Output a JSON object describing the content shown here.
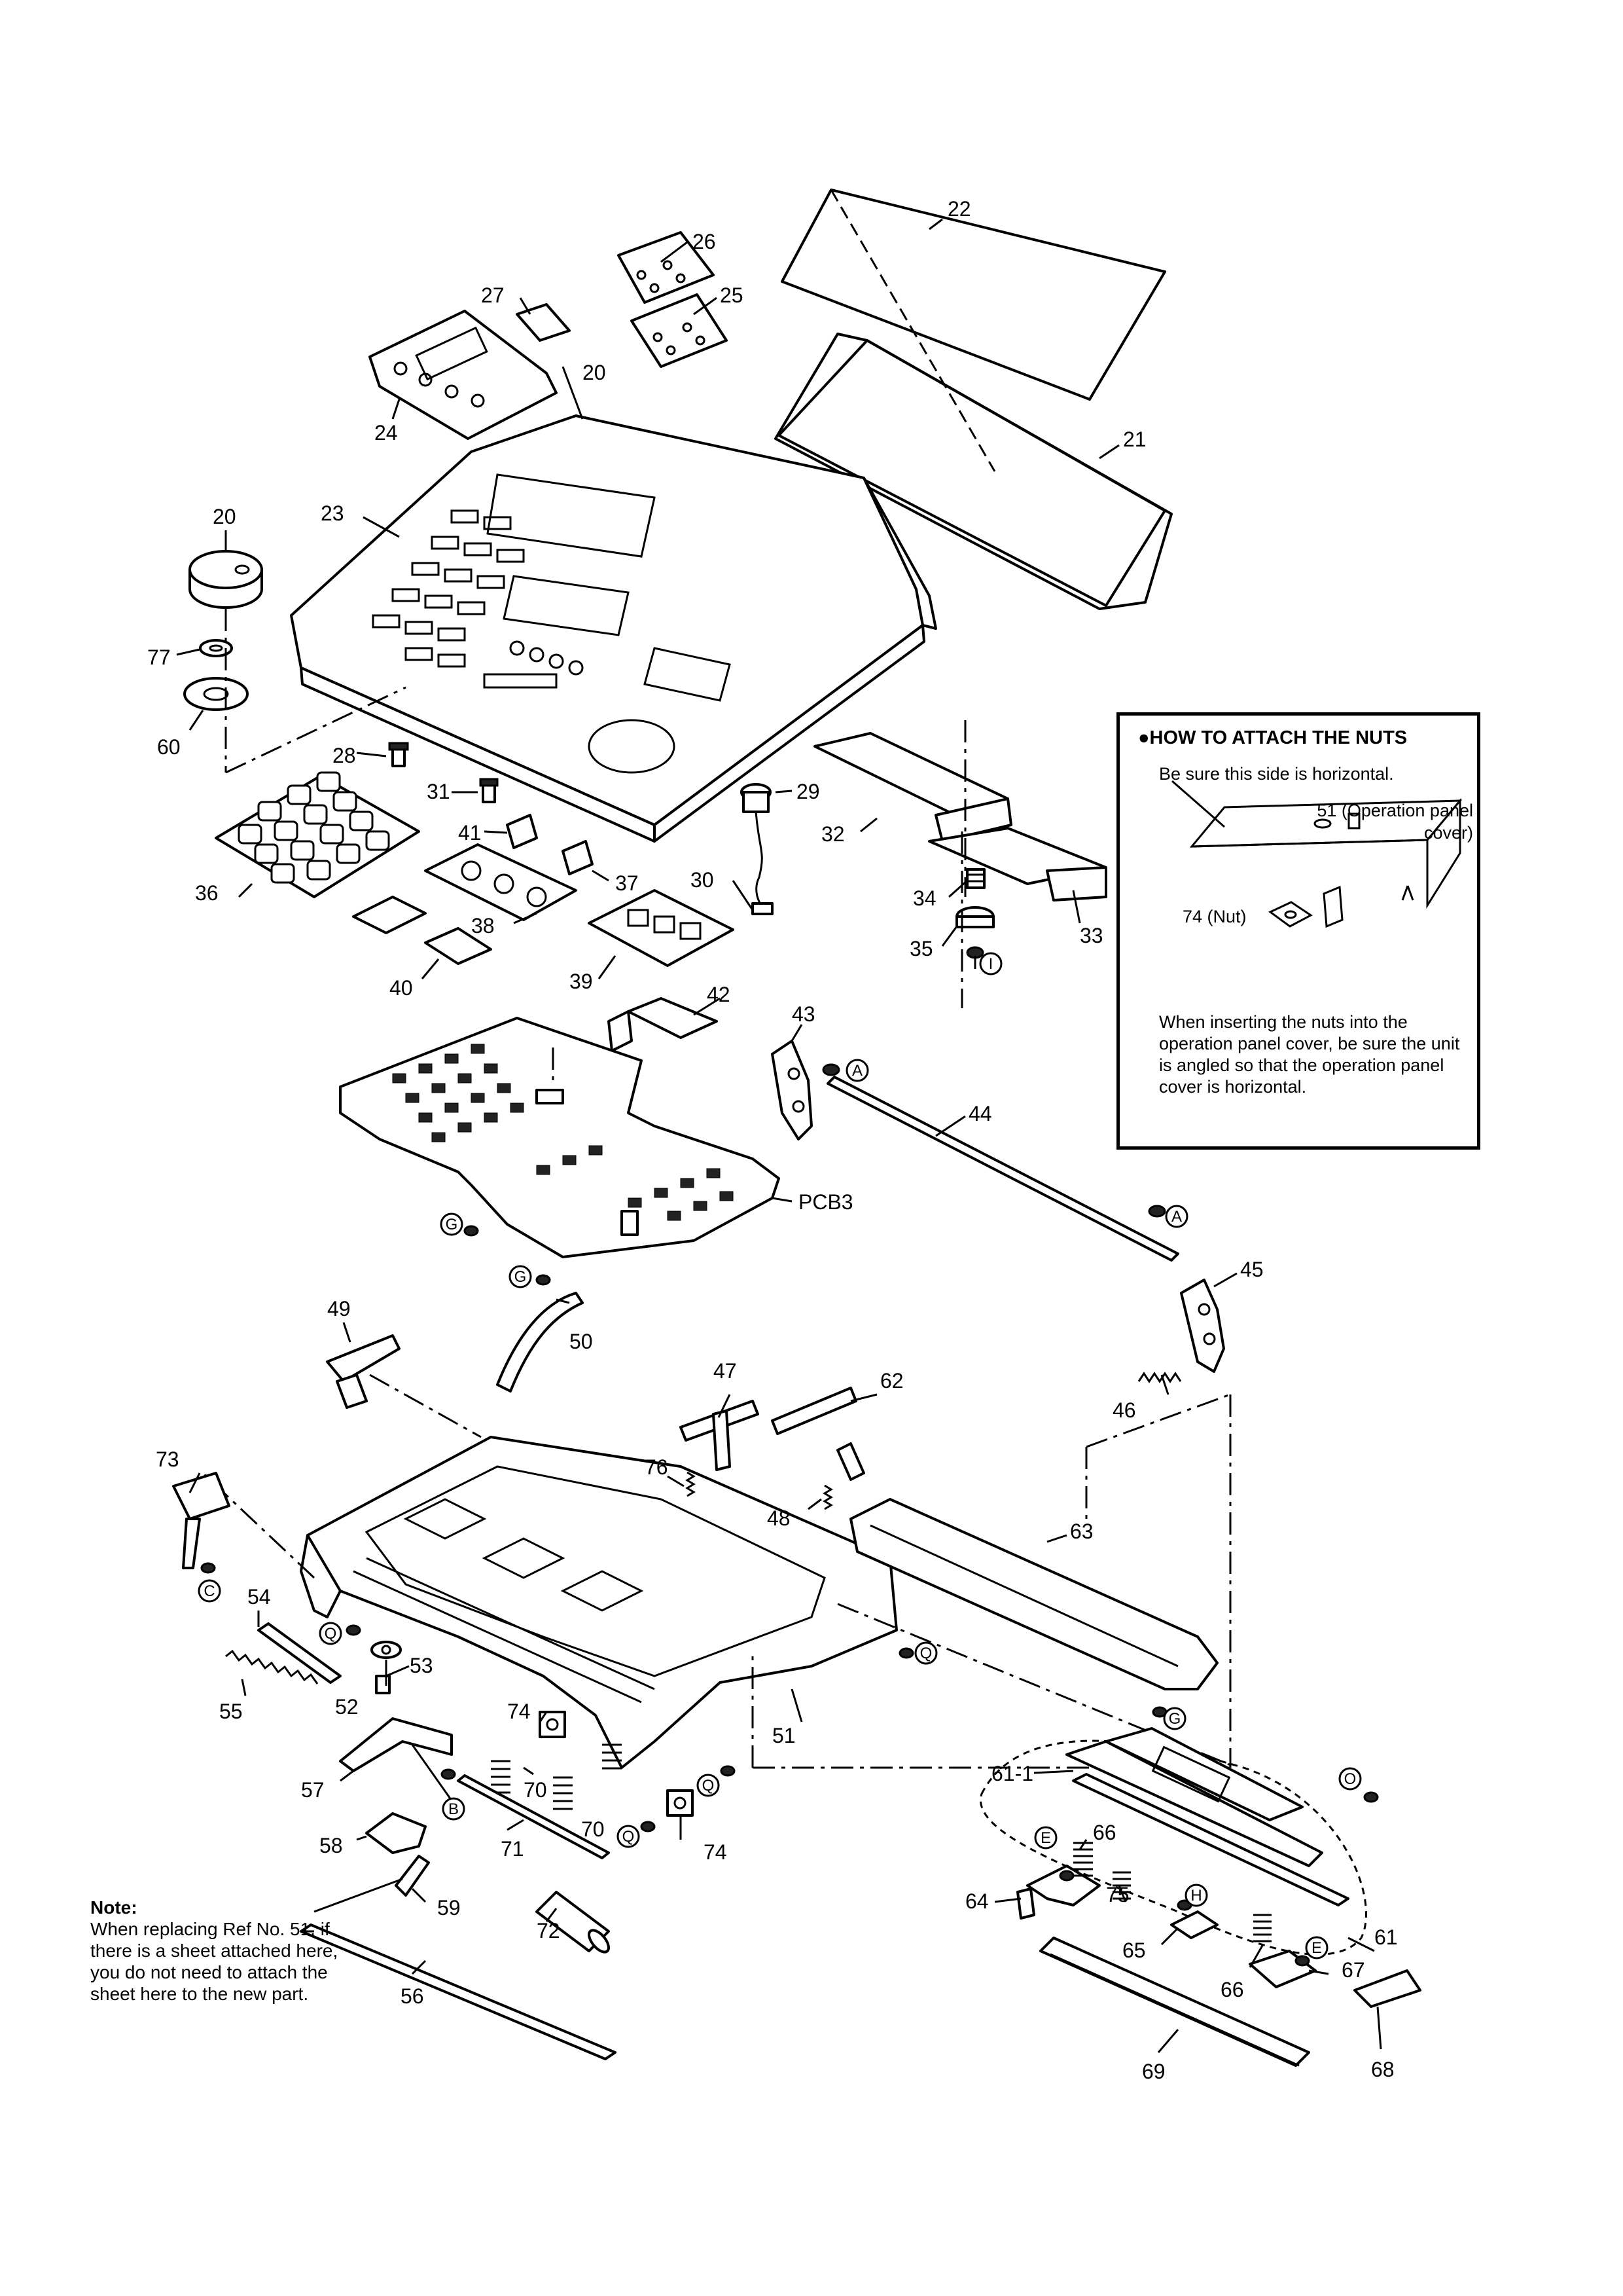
{
  "callouts": [
    {
      "id": "22",
      "text": "22"
    },
    {
      "id": "26",
      "text": "26"
    },
    {
      "id": "27",
      "text": "27"
    },
    {
      "id": "25",
      "text": "25"
    },
    {
      "id": "20a",
      "text": "20"
    },
    {
      "id": "24",
      "text": "24"
    },
    {
      "id": "21",
      "text": "21"
    },
    {
      "id": "20b",
      "text": "20"
    },
    {
      "id": "23",
      "text": "23"
    },
    {
      "id": "77",
      "text": "77"
    },
    {
      "id": "60",
      "text": "60"
    },
    {
      "id": "28",
      "text": "28"
    },
    {
      "id": "31",
      "text": "31"
    },
    {
      "id": "41",
      "text": "41"
    },
    {
      "id": "29",
      "text": "29"
    },
    {
      "id": "32",
      "text": "32"
    },
    {
      "id": "36",
      "text": "36"
    },
    {
      "id": "37",
      "text": "37"
    },
    {
      "id": "30",
      "text": "30"
    },
    {
      "id": "38",
      "text": "38"
    },
    {
      "id": "34",
      "text": "34"
    },
    {
      "id": "33",
      "text": "33"
    },
    {
      "id": "35",
      "text": "35"
    },
    {
      "id": "40",
      "text": "40"
    },
    {
      "id": "39",
      "text": "39"
    },
    {
      "id": "42",
      "text": "42"
    },
    {
      "id": "43",
      "text": "43"
    },
    {
      "id": "44",
      "text": "44"
    },
    {
      "id": "pcb3",
      "text": "PCB3"
    },
    {
      "id": "45",
      "text": "45"
    },
    {
      "id": "49",
      "text": "49"
    },
    {
      "id": "50",
      "text": "50"
    },
    {
      "id": "47",
      "text": "47"
    },
    {
      "id": "62",
      "text": "62"
    },
    {
      "id": "46",
      "text": "46"
    },
    {
      "id": "73",
      "text": "73"
    },
    {
      "id": "76",
      "text": "76"
    },
    {
      "id": "48",
      "text": "48"
    },
    {
      "id": "63",
      "text": "63"
    },
    {
      "id": "54",
      "text": "54"
    },
    {
      "id": "53",
      "text": "53"
    },
    {
      "id": "55",
      "text": "55"
    },
    {
      "id": "52",
      "text": "52"
    },
    {
      "id": "74a",
      "text": "74"
    },
    {
      "id": "51",
      "text": "51"
    },
    {
      "id": "57",
      "text": "57"
    },
    {
      "id": "70a",
      "text": "70"
    },
    {
      "id": "70b",
      "text": "70"
    },
    {
      "id": "61-1",
      "text": "61-1"
    },
    {
      "id": "58",
      "text": "58"
    },
    {
      "id": "71",
      "text": "71"
    },
    {
      "id": "74b",
      "text": "74"
    },
    {
      "id": "66a",
      "text": "66"
    },
    {
      "id": "59",
      "text": "59"
    },
    {
      "id": "72",
      "text": "72"
    },
    {
      "id": "64",
      "text": "64"
    },
    {
      "id": "75",
      "text": "75"
    },
    {
      "id": "61",
      "text": "61"
    },
    {
      "id": "65",
      "text": "65"
    },
    {
      "id": "67",
      "text": "67"
    },
    {
      "id": "66b",
      "text": "66"
    },
    {
      "id": "56",
      "text": "56"
    },
    {
      "id": "69",
      "text": "69"
    },
    {
      "id": "68",
      "text": "68"
    }
  ],
  "screw_refs": [
    {
      "id": "I",
      "text": "I"
    },
    {
      "id": "A1",
      "text": "A"
    },
    {
      "id": "A2",
      "text": "A"
    },
    {
      "id": "G1",
      "text": "G"
    },
    {
      "id": "G2",
      "text": "G"
    },
    {
      "id": "C",
      "text": "C"
    },
    {
      "id": "Q1",
      "text": "Q"
    },
    {
      "id": "G3",
      "text": "G"
    },
    {
      "id": "O1",
      "text": "O"
    },
    {
      "id": "Q2",
      "text": "Q"
    },
    {
      "id": "B",
      "text": "B"
    },
    {
      "id": "Q3",
      "text": "Q"
    },
    {
      "id": "Q4",
      "text": "Q"
    },
    {
      "id": "E1",
      "text": "E"
    },
    {
      "id": "H",
      "text": "H"
    },
    {
      "id": "E2",
      "text": "E"
    }
  ],
  "instructions_box": {
    "title": "●HOW TO ATTACH THE NUTS",
    "line1": "Be sure this side is horizontal.",
    "cover_label": "51 (Operation panel\ncover)",
    "nut_label": "74 (Nut)",
    "body": "When inserting the nuts into the operation panel cover, be sure the unit is angled so that the operation panel cover is horizontal."
  },
  "note": {
    "title": "Note:",
    "body": "When replacing Ref No. 51, if there is a sheet attached here, you do not need to attach the sheet here to the new part."
  }
}
